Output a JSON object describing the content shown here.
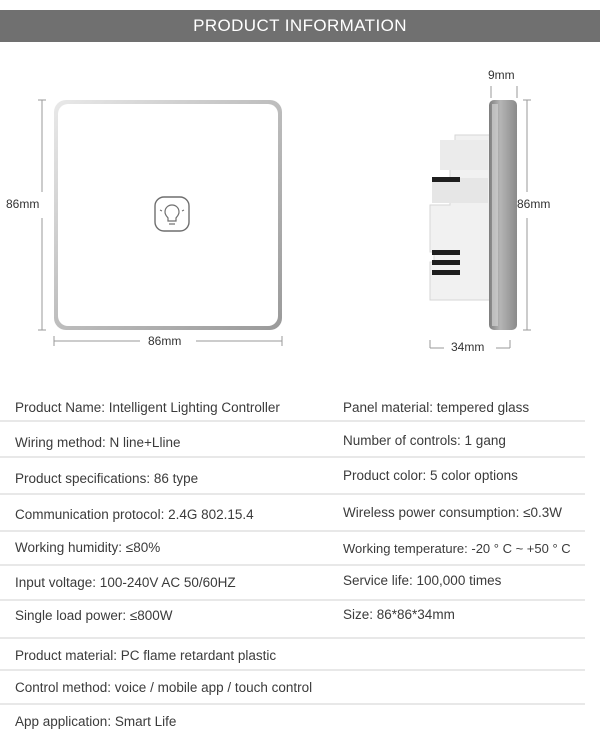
{
  "banner": {
    "title": "PRODUCT INFORMATION",
    "color": "#707070"
  },
  "dimensions": {
    "front_height": "86mm",
    "front_width": "86mm",
    "side_depth_top": "9mm",
    "side_height": "86mm",
    "side_width": "34mm"
  },
  "device": {
    "button_icon": "light-bulb-icon",
    "panel_color": "#ffffff",
    "frame_color": "#c8c8c8"
  },
  "specs": {
    "left": [
      "Product Name: Intelligent Lighting Controller",
      "Wiring method: N line+Lline",
      "Product specifications: 86 type",
      "Communication protocol: 2.4G 802.15.4",
      "Working humidity: ≤80%",
      "Input voltage: 100-240V AC 50/60HZ",
      "Single load power: ≤800W",
      "Product material: PC flame retardant plastic",
      "Control method: voice / mobile app / touch control",
      "App application: Smart Life"
    ],
    "right": [
      "Panel material: tempered glass",
      "Number of controls: 1 gang",
      "Product color: 5 color options",
      "Wireless power consumption: ≤0.3W",
      "Working temperature: -20 ° C ~ +50 ° C",
      "Service life: 100,000 times",
      "Size: 86*86*34mm"
    ]
  }
}
